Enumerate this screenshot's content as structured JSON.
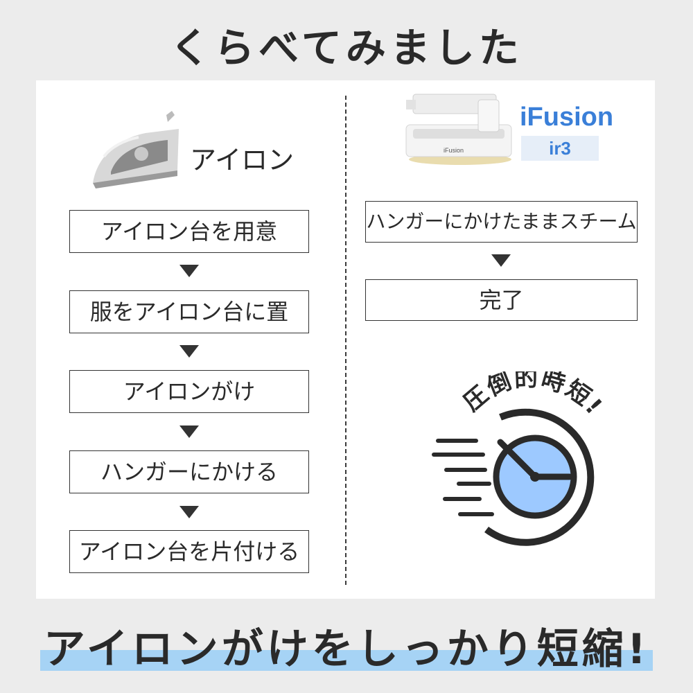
{
  "title": "くらべてみました",
  "left": {
    "label": "アイロン",
    "steps": [
      "アイロン台を用意",
      "服をアイロン台に置",
      "アイロンがけ",
      "ハンガーにかける",
      "アイロン台を片付ける"
    ]
  },
  "right": {
    "brand": "iFusion",
    "model": "ir3",
    "product_logo": "iFusion",
    "steps": [
      "ハンガーにかけたままスチーム",
      "完了"
    ],
    "badge": "圧倒的時短!"
  },
  "bottom_text": "アイロンがけをしっかり短縮!",
  "colors": {
    "accent": "#3a7fd8",
    "highlight": "#a6d3f5",
    "clock_face": "#9dc9ff"
  },
  "icons": [
    "iron-icon",
    "steamer-product-icon",
    "fast-clock-icon"
  ]
}
